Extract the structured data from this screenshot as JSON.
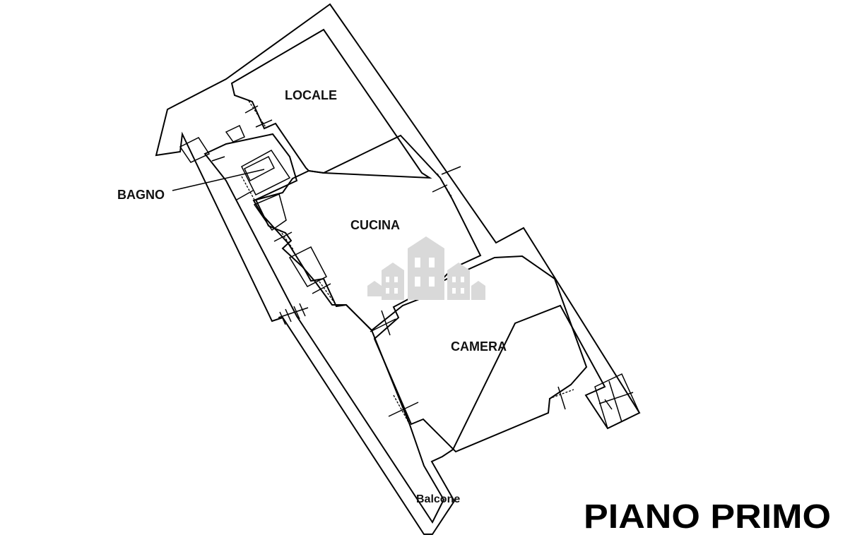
{
  "title": "PIANO PRIMO",
  "rooms": {
    "locale": "LOCALE",
    "cucina": "CUCINA",
    "camera": "CAMERA",
    "bagno": "BAGNO",
    "balcone": "Balcone"
  },
  "colors": {
    "ink": "#000000",
    "watermark": "#d9d9d9",
    "background": "#ffffff"
  },
  "watermark_icon": "buildings-logo-icon"
}
